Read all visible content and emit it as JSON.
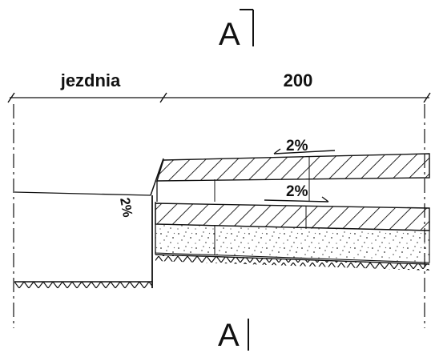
{
  "section_marker_top": "A",
  "section_marker_bottom": "A",
  "dimension": {
    "left_label": "jezdnia",
    "right_label": "200"
  },
  "slopes": {
    "top_layer": "2%",
    "middle_layer": "2%",
    "roadway_edge": "2%"
  }
}
